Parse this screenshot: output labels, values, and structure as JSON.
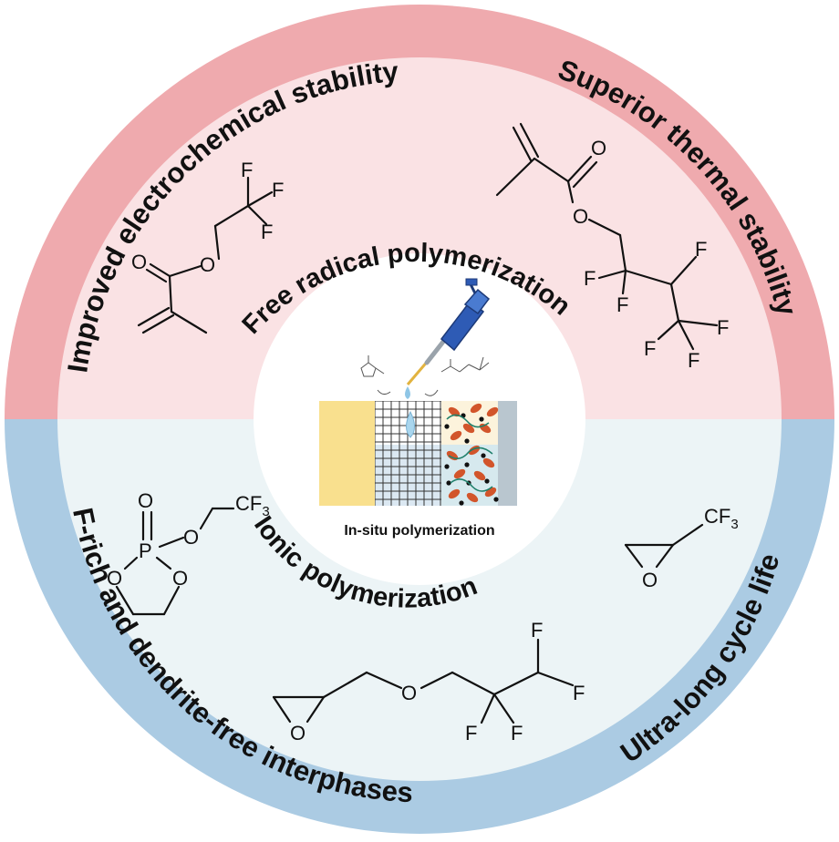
{
  "colors": {
    "top_ring": "#efaaae",
    "top_fill": "#fae2e4",
    "bottom_ring": "#abcbe3",
    "bottom_fill": "#ecf4f6",
    "center": "#ffffff",
    "electrode": "#f9e08e",
    "mesh_top": "#ffffff",
    "mesh_bottom": "#dbe8f2",
    "right_top": "#fcf3dc",
    "right_bottom": "#d6e9ee",
    "collector": "#b9c6cf",
    "particle": "#d2552b",
    "pipette_blue": "#2e5bb5"
  },
  "ring_labels": {
    "top_left": "Improved electrochemical stability",
    "top_right": "Superior thermal stability",
    "bottom_left": "F-rich and dendrite-free interphases",
    "bottom_right": "Ultra-long cycle life"
  },
  "inner_labels": {
    "top": "Free radical polymerization",
    "bottom": "Ionic polymerization"
  },
  "center": {
    "caption": "In-situ polymerization"
  },
  "atoms": {
    "O": "O",
    "F": "F",
    "P": "P",
    "CF": "CF",
    "sub3": "3"
  },
  "icons": [
    "pipette-icon",
    "cell-schematic-icon"
  ]
}
